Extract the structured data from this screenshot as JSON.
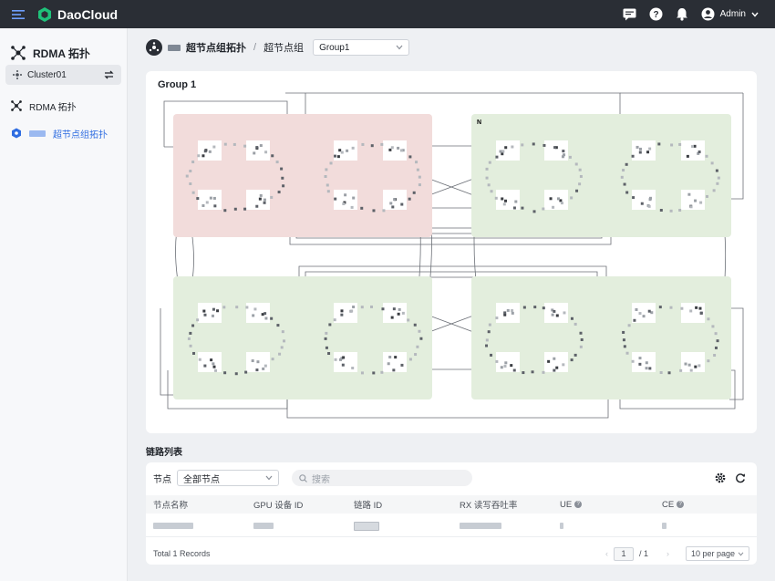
{
  "app": {
    "brand": "DaoCloud",
    "user": "Admin"
  },
  "icons": [
    "menu-icon",
    "daocloud-logo-icon",
    "message-icon",
    "help-icon",
    "bell-icon",
    "user-avatar-icon",
    "chevron-down-icon",
    "rdma-topology-icon",
    "cluster-icon",
    "switch-cluster-icon",
    "supernode-icon",
    "search-icon",
    "settings-icon",
    "refresh-icon"
  ],
  "colors": {
    "topbar": "#2a2e35",
    "accent": "#2f6de1",
    "zone_red": "#f2dcdb",
    "zone_green": "#e3eedd"
  },
  "sidebar": {
    "title": "RDMA 拓扑",
    "cluster": "Cluster01",
    "items": [
      {
        "label": "RDMA 拓扑"
      },
      {
        "label": "超节点组拓扑"
      }
    ]
  },
  "breadcrumb": {
    "current": "超节点组拓扑",
    "section": "超节点组",
    "group_select": "Group1"
  },
  "topology": {
    "title": "Group 1",
    "zone_label": "N"
  },
  "links": {
    "title": "链路列表",
    "filter_label": "节点",
    "filter_value": "全部节点",
    "search_placeholder": "搜索",
    "columns": [
      "节点名称",
      "GPU 设备 ID",
      "链路 ID",
      "RX 读写吞吐率",
      "UE",
      "CE"
    ],
    "total": "Total 1 Records",
    "page": "1",
    "pages": "/ 1",
    "per_page": "10 per page"
  }
}
